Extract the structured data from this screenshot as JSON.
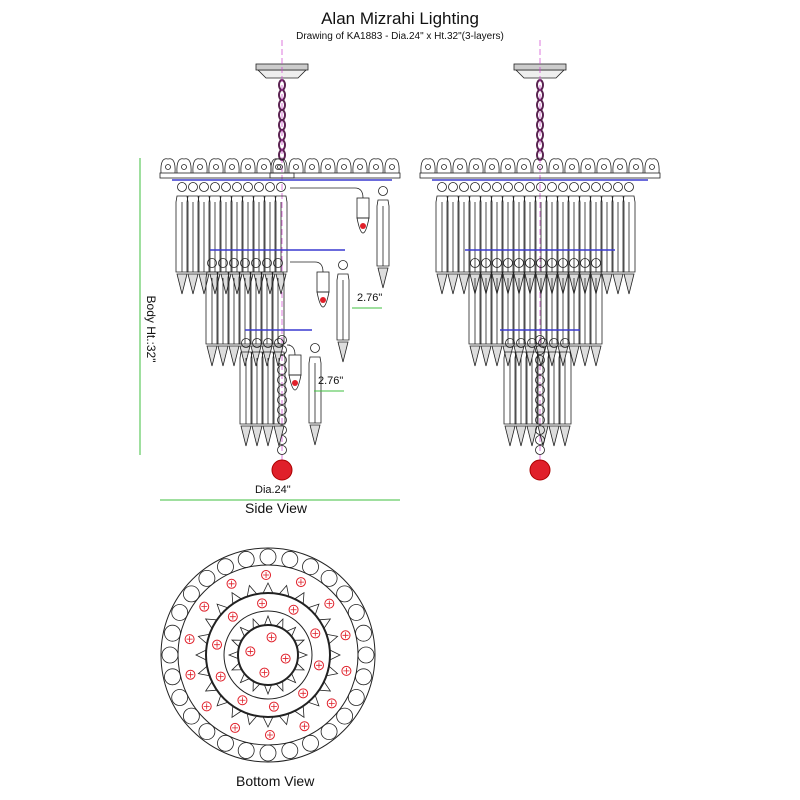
{
  "header": {
    "title": "Alan Mizrahi Lighting",
    "subtitle": "Drawing of KA1883 - Dia.24\" x Ht.32\"(3-layers)"
  },
  "side_view": {
    "label": "Side View",
    "body_height_label": "Body Ht.:32\"",
    "diameter_label": "Dia.24\"",
    "arm_dimensions": [
      "2.76\"",
      "2.76\""
    ]
  },
  "bottom_view": {
    "label": "Bottom View"
  },
  "colors": {
    "line": "#222222",
    "dimension": "#3fbf3f",
    "bulb": "#e0202a",
    "frame": "#3a3ad0",
    "axis": "#d040d0"
  }
}
